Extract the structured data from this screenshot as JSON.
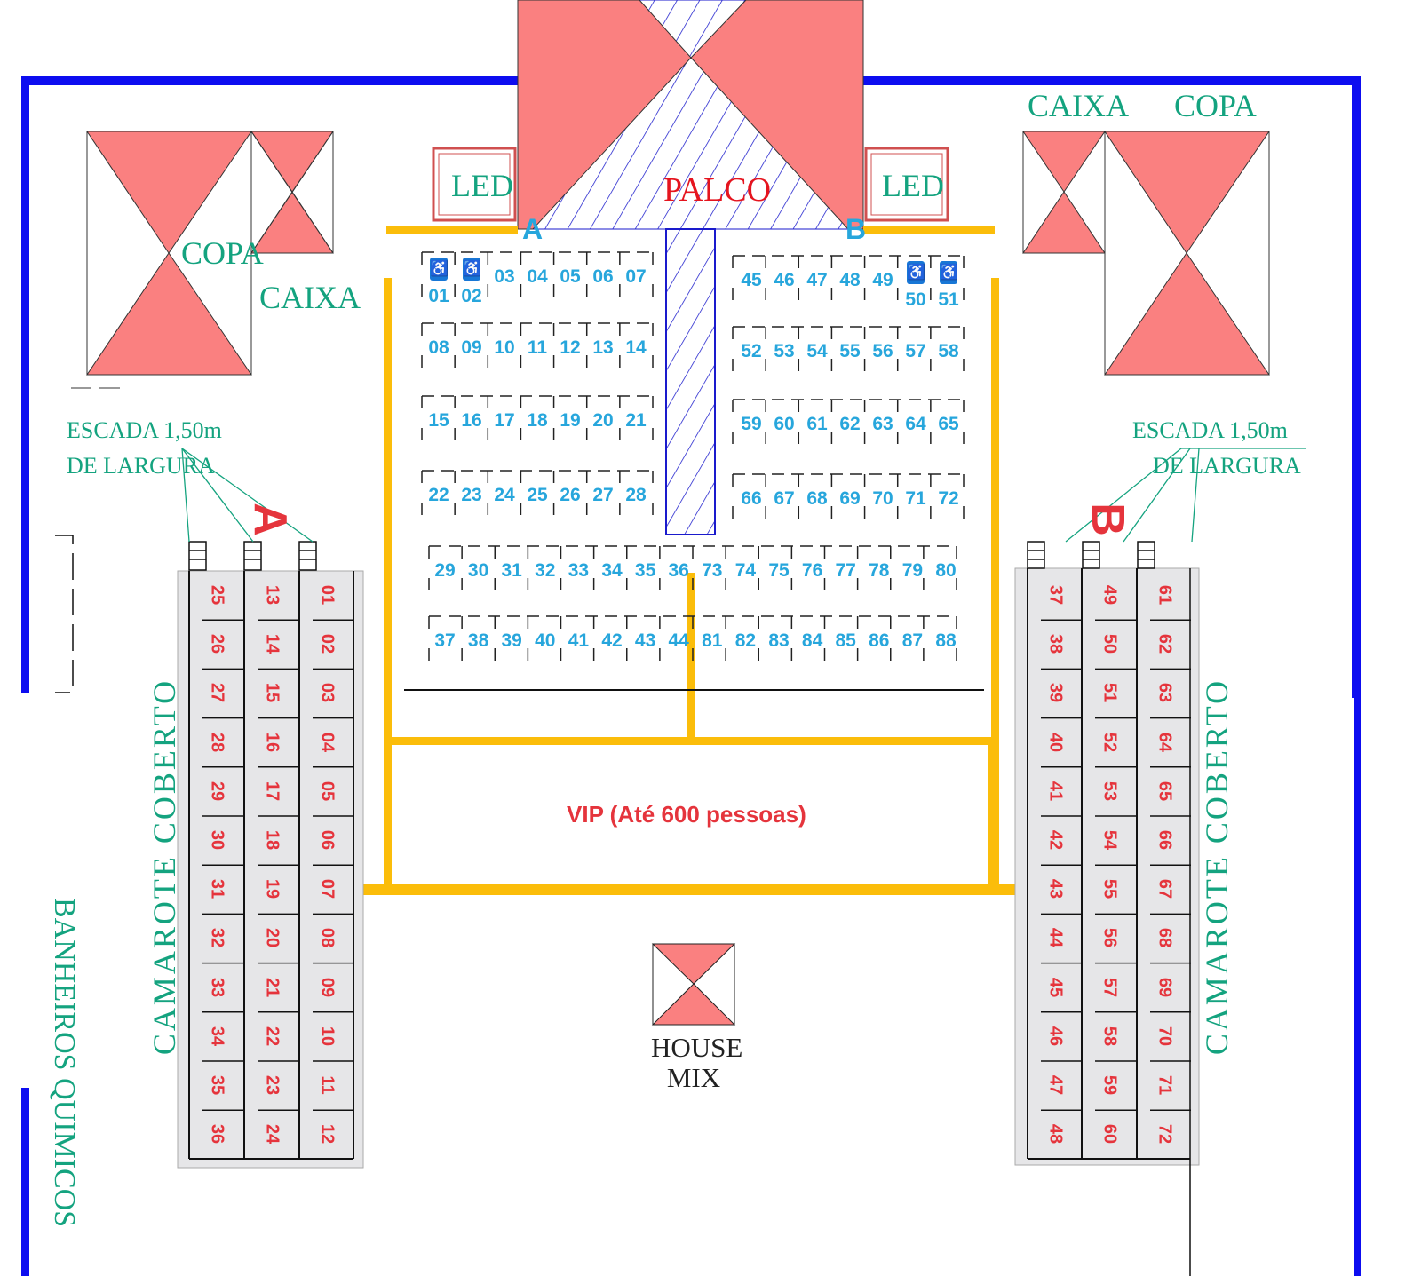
{
  "colors": {
    "wall": "#0d0df0",
    "pink": "#fa8080",
    "aisle": "#fbbd0a",
    "seat_text": "#27a6dc",
    "camarote_text": "#e5343c",
    "label_green": "#14a37f",
    "stage_text": "#e5141e"
  },
  "stage": {
    "label": "PALCO",
    "led_left": "LED",
    "led_right": "LED",
    "entrance_a": "A",
    "entrance_b": "B"
  },
  "left_side": {
    "copa": "COPA",
    "caixa": "CAIXA",
    "stair_line1": "ESCADA 1,50m",
    "stair_line2": "DE LARGURA",
    "sector": "A",
    "camarote": "CAMAROTE  COBERTO",
    "bathrooms": "BANHEIROS QUIMICOS"
  },
  "right_side": {
    "copa": "COPA",
    "caixa": "CAIXA",
    "stair_line1": "ESCADA 1,50m",
    "stair_line2": "DE LARGURA",
    "sector": "B",
    "camarote": "CAMAROTE  COBERTO"
  },
  "vip": {
    "label": "VIP (Até 600 pessoas)"
  },
  "house_mix": {
    "line1": "HOUSE",
    "line2": "MIX"
  },
  "accessible_icon": "wheelchair-icon",
  "tables_left": [
    [
      "01",
      "02",
      "03",
      "04",
      "05",
      "06",
      "07"
    ],
    [
      "08",
      "09",
      "10",
      "11",
      "12",
      "13",
      "14"
    ],
    [
      "15",
      "16",
      "17",
      "18",
      "19",
      "20",
      "21"
    ],
    [
      "22",
      "23",
      "24",
      "25",
      "26",
      "27",
      "28"
    ]
  ],
  "tables_right": [
    [
      "45",
      "46",
      "47",
      "48",
      "49",
      "50",
      "51"
    ],
    [
      "52",
      "53",
      "54",
      "55",
      "56",
      "57",
      "58"
    ],
    [
      "59",
      "60",
      "61",
      "62",
      "63",
      "64",
      "65"
    ],
    [
      "66",
      "67",
      "68",
      "69",
      "70",
      "71",
      "72"
    ]
  ],
  "tables_front": [
    [
      "29",
      "30",
      "31",
      "32",
      "33",
      "34",
      "35",
      "36",
      "73",
      "74",
      "75",
      "76",
      "77",
      "78",
      "79",
      "80"
    ],
    [
      "37",
      "38",
      "39",
      "40",
      "41",
      "42",
      "43",
      "44",
      "81",
      "82",
      "83",
      "84",
      "85",
      "86",
      "87",
      "88"
    ]
  ],
  "accessible_tables": [
    "01",
    "02",
    "50",
    "51"
  ],
  "camarote_a": [
    [
      "25",
      "26",
      "27",
      "28",
      "29",
      "30",
      "31",
      "32",
      "33",
      "34",
      "35",
      "36"
    ],
    [
      "13",
      "14",
      "15",
      "16",
      "17",
      "18",
      "19",
      "20",
      "21",
      "22",
      "23",
      "24"
    ],
    [
      "01",
      "02",
      "03",
      "04",
      "05",
      "06",
      "07",
      "08",
      "09",
      "10",
      "11",
      "12"
    ]
  ],
  "camarote_b": [
    [
      "37",
      "38",
      "39",
      "40",
      "41",
      "42",
      "43",
      "44",
      "45",
      "46",
      "47",
      "48"
    ],
    [
      "49",
      "50",
      "51",
      "52",
      "53",
      "54",
      "55",
      "56",
      "57",
      "58",
      "59",
      "60"
    ],
    [
      "61",
      "62",
      "63",
      "64",
      "65",
      "66",
      "67",
      "68",
      "69",
      "70",
      "71",
      "72"
    ]
  ]
}
